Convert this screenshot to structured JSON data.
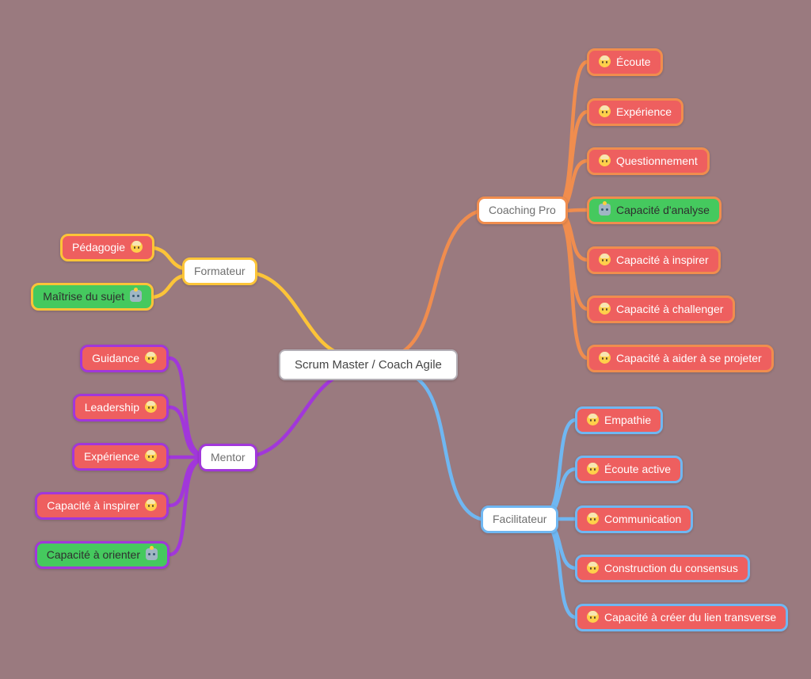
{
  "mindmap": {
    "root": {
      "label": "Scrum Master / Coach Agile"
    },
    "branches": [
      {
        "label": "Coaching Pro",
        "color": "#f08d4e",
        "side": "right",
        "children": [
          {
            "label": "Écoute",
            "skill": "soft"
          },
          {
            "label": "Expérience",
            "skill": "soft"
          },
          {
            "label": "Questionnement",
            "skill": "soft"
          },
          {
            "label": "Capacité d'analyse",
            "skill": "hard"
          },
          {
            "label": "Capacité à inspirer",
            "skill": "soft"
          },
          {
            "label": "Capacité à challenger",
            "skill": "soft"
          },
          {
            "label": "Capacité à aider à se projeter",
            "skill": "soft"
          }
        ]
      },
      {
        "label": "Formateur",
        "color": "#fcc438",
        "side": "left",
        "children": [
          {
            "label": "Pédagogie",
            "skill": "soft"
          },
          {
            "label": "Maîtrise du sujet",
            "skill": "hard"
          }
        ]
      },
      {
        "label": "Mentor",
        "color": "#a137da",
        "side": "left",
        "children": [
          {
            "label": "Guidance",
            "skill": "soft"
          },
          {
            "label": "Leadership",
            "skill": "soft"
          },
          {
            "label": "Expérience",
            "skill": "soft"
          },
          {
            "label": "Capacité à inspirer",
            "skill": "soft"
          },
          {
            "label": "Capacité à orienter",
            "skill": "hard"
          }
        ]
      },
      {
        "label": "Facilitateur",
        "color": "#6fb7f2",
        "side": "right",
        "children": [
          {
            "label": "Empathie",
            "skill": "soft"
          },
          {
            "label": "Écoute active",
            "skill": "soft"
          },
          {
            "label": "Communication",
            "skill": "soft"
          },
          {
            "label": "Construction du consensus",
            "skill": "soft"
          },
          {
            "label": "Capacité à créer du lien transverse",
            "skill": "soft"
          }
        ]
      }
    ],
    "icons": {
      "soft_skill": "person-face-icon",
      "hard_skill": "robot-icon"
    },
    "palette": {
      "background": "#9a7a7f",
      "soft_fill": "#ee5f5f",
      "hard_fill": "#45c95e",
      "topic_fill": "#ffffff",
      "coaching_pro": "#f08d4e",
      "formateur": "#fcc438",
      "mentor": "#a137da",
      "facilitateur": "#6fb7f2"
    }
  }
}
